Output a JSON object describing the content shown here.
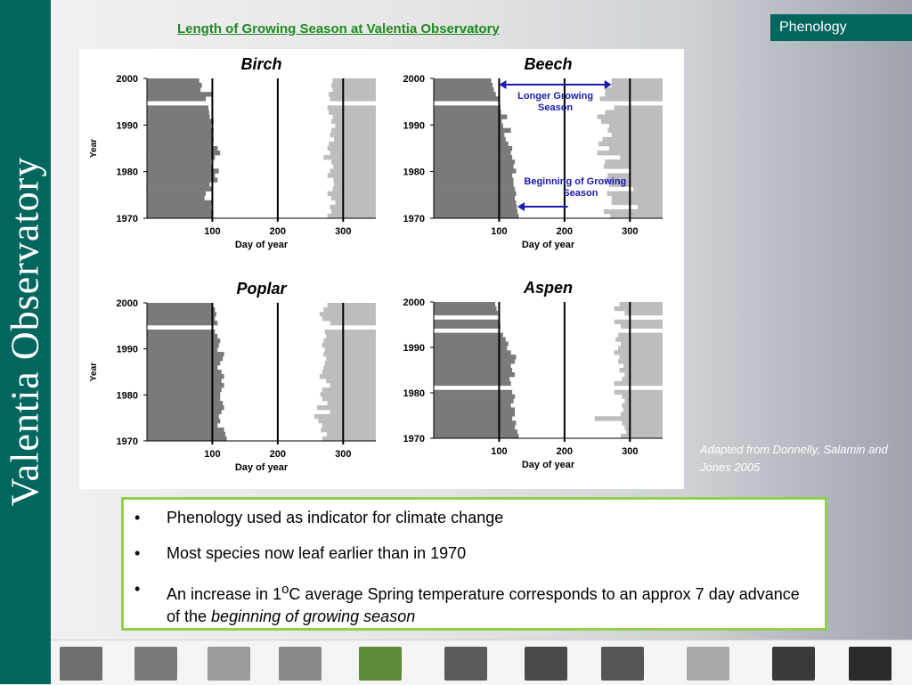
{
  "sidebar": {
    "title": "Valentia  Observatory"
  },
  "header": {
    "tab_label": "Phenology",
    "title": "Length of Growing Season at Valentia Observatory"
  },
  "citation": "Adapted from Donnelly, Salamin and Jones 2005",
  "bullets": [
    {
      "text": "Phenology used as indicator for climate change"
    },
    {
      "text": "Most species now leaf earlier than in 1970"
    },
    {
      "pre": "An increase in 1",
      "sup": "o",
      "mid": "C average Spring temperature corresponds to an approx 7 day advance of the ",
      "emph": "beginning of growing season"
    }
  ],
  "bottom_strip": {
    "thumbnails": [
      {
        "icon": "building-photo-icon",
        "color": "#6e6e6e"
      },
      {
        "icon": "pebbles-photo-icon",
        "color": "#7a7a7a"
      },
      {
        "icon": "dish-photo-icon",
        "color": "#9a9a9a"
      },
      {
        "icon": "instrument-photo-icon",
        "color": "#8a8a8a"
      },
      {
        "icon": "tree-photo-icon",
        "color": "#5d8a3a"
      },
      {
        "icon": "sun-disc-photo-icon",
        "color": "#5a5a5a"
      },
      {
        "icon": "globe-photo-icon",
        "color": "#4a4a4a"
      },
      {
        "icon": "forest-photo-icon",
        "color": "#555555"
      },
      {
        "icon": "sensor-photo-icon",
        "color": "#a8a8a8"
      },
      {
        "icon": "tube-photo-icon",
        "color": "#3a3a3a"
      },
      {
        "icon": "seismograph-icon",
        "color": "#2a2a2a"
      }
    ]
  },
  "chart_data": [
    {
      "type": "bar",
      "title": "Birch",
      "xlabel": "Day of year",
      "ylabel": "Year",
      "xlim": [
        0,
        350
      ],
      "ylim": [
        1970,
        2000
      ],
      "x_ticks": [
        100,
        200,
        300
      ],
      "y_ticks": [
        1970,
        1980,
        1990,
        2000
      ],
      "categories": [
        1970,
        1971,
        1972,
        1973,
        1974,
        1975,
        1976,
        1977,
        1978,
        1979,
        1980,
        1981,
        1982,
        1983,
        1984,
        1985,
        1986,
        1987,
        1988,
        1989,
        1990,
        1991,
        1992,
        1993,
        1994,
        1995,
        1996,
        1997,
        1998,
        1999,
        2000
      ],
      "series": [
        {
          "values": [
            100,
            100,
            98,
            100,
            88,
            90,
            100,
            96,
            108,
            104,
            110,
            100,
            98,
            104,
            112,
            108,
            100,
            102,
            100,
            102,
            98,
            102,
            96,
            95,
            94,
            0,
            90,
            100,
            82,
            84,
            80
          ]
        },
        {
          "values": [
            276,
            282,
            280,
            288,
            282,
            276,
            284,
            286,
            285,
            276,
            280,
            285,
            282,
            270,
            280,
            276,
            278,
            286,
            280,
            282,
            288,
            282,
            284,
            278,
            276,
            0,
            280,
            278,
            284,
            282,
            284
          ]
        }
      ],
      "annotations": []
    },
    {
      "type": "bar",
      "title": "Beech",
      "xlabel": "Day of year",
      "ylabel": "",
      "xlim": [
        0,
        350
      ],
      "ylim": [
        1970,
        2000
      ],
      "x_ticks": [
        100,
        200,
        300
      ],
      "y_ticks": [
        1970,
        1980,
        1990,
        2000
      ],
      "categories": [
        1970,
        1971,
        1972,
        1973,
        1974,
        1975,
        1976,
        1977,
        1978,
        1979,
        1980,
        1981,
        1982,
        1983,
        1984,
        1985,
        1986,
        1987,
        1988,
        1989,
        1990,
        1991,
        1992,
        1993,
        1994,
        1995,
        1996,
        1997,
        1998,
        1999,
        2000
      ],
      "series": [
        {
          "values": [
            130,
            128,
            127,
            126,
            124,
            126,
            124,
            122,
            122,
            120,
            126,
            122,
            124,
            120,
            118,
            120,
            114,
            110,
            108,
            118,
            106,
            104,
            112,
            103,
            102,
            0,
            100,
            95,
            92,
            90,
            88
          ]
        },
        {
          "values": [
            270,
            260,
            312,
            272,
            272,
            265,
            305,
            268,
            262,
            266,
            300,
            260,
            262,
            285,
            250,
            268,
            252,
            258,
            272,
            266,
            268,
            256,
            250,
            262,
            276,
            0,
            254,
            262,
            262,
            272,
            272
          ]
        }
      ],
      "annotations": [
        {
          "text": "Longer Growing Season"
        },
        {
          "text": "Beginning of Growing Season"
        }
      ]
    },
    {
      "type": "bar",
      "title": "Poplar",
      "xlabel": "Day of year",
      "ylabel": "Year",
      "xlim": [
        0,
        350
      ],
      "ylim": [
        1970,
        2000
      ],
      "x_ticks": [
        100,
        200,
        300
      ],
      "y_ticks": [
        1970,
        1980,
        1990,
        2000
      ],
      "categories": [
        1970,
        1971,
        1972,
        1973,
        1974,
        1975,
        1976,
        1977,
        1978,
        1979,
        1980,
        1981,
        1982,
        1983,
        1984,
        1985,
        1986,
        1987,
        1988,
        1989,
        1990,
        1991,
        1992,
        1993,
        1994,
        1995,
        1996,
        1997,
        1998,
        1999,
        2000
      ],
      "series": [
        {
          "values": [
            122,
            120,
            118,
            108,
            112,
            110,
            114,
            118,
            116,
            112,
            112,
            114,
            118,
            114,
            118,
            114,
            108,
            112,
            116,
            118,
            108,
            110,
            112,
            108,
            104,
            0,
            108,
            104,
            106,
            104,
            100
          ]
        },
        {
          "values": [
            268,
            275,
            266,
            268,
            262,
            256,
            280,
            260,
            276,
            268,
            265,
            268,
            280,
            274,
            264,
            268,
            270,
            272,
            274,
            270,
            272,
            268,
            270,
            274,
            272,
            0,
            280,
            268,
            264,
            270,
            276
          ]
        }
      ],
      "annotations": []
    },
    {
      "type": "bar",
      "title": "Aspen",
      "xlabel": "Day of year",
      "ylabel": "",
      "xlim": [
        0,
        350
      ],
      "ylim": [
        1970,
        2000
      ],
      "x_ticks": [
        100,
        200,
        300
      ],
      "y_ticks": [
        1970,
        1980,
        1990,
        2000
      ],
      "categories": [
        1970,
        1971,
        1972,
        1973,
        1974,
        1975,
        1976,
        1977,
        1978,
        1979,
        1980,
        1981,
        1982,
        1983,
        1984,
        1985,
        1986,
        1987,
        1988,
        1989,
        1990,
        1991,
        1992,
        1993,
        1994,
        1995,
        1996,
        1997,
        1998,
        1999,
        2000
      ],
      "series": [
        {
          "values": [
            130,
            128,
            124,
            126,
            120,
            124,
            124,
            118,
            122,
            124,
            120,
            0,
            118,
            116,
            124,
            120,
            118,
            124,
            126,
            118,
            112,
            114,
            110,
            106,
            0,
            102,
            100,
            0,
            98,
            96,
            94
          ]
        },
        {
          "values": [
            286,
            294,
            292,
            288,
            246,
            286,
            290,
            288,
            292,
            288,
            276,
            0,
            276,
            288,
            292,
            284,
            290,
            282,
            284,
            276,
            282,
            286,
            278,
            282,
            0,
            286,
            276,
            0,
            292,
            276,
            284
          ]
        }
      ],
      "annotations": []
    }
  ]
}
